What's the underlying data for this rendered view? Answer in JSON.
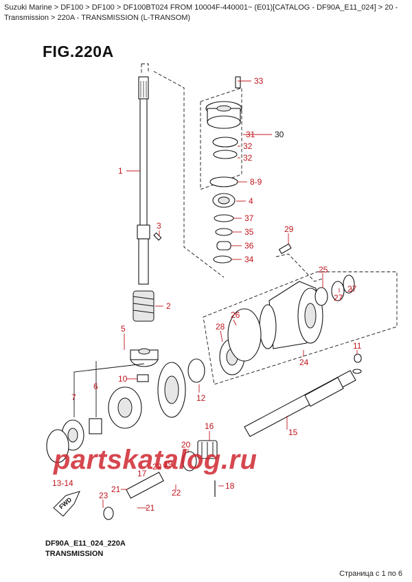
{
  "breadcrumb": "Suzuki Marine > DF100 > DF100 > DF100BT024 FROM 10004F-440001~ (E01)[CATALOG - DF90A_E11_024] > 20 - Transmission > 220A - TRANSMISSION (L-TRANSOM)",
  "figure": {
    "title": "FIG.220A",
    "code": "DF90A_E11_024_220A",
    "name": "TRANSMISSION"
  },
  "watermark": "partskatalog.ru",
  "fwd_label": "FWD",
  "pagination": "Страница с 1 по 6",
  "callouts": [
    "1",
    "2",
    "3",
    "4",
    "5",
    "6",
    "7",
    "8-9",
    "10",
    "11",
    "12",
    "13-14",
    "15",
    "16",
    "17",
    "18",
    "19",
    "20",
    "21",
    "21",
    "22",
    "22",
    "23",
    "24",
    "25",
    "26",
    "27",
    "27",
    "28",
    "29",
    "30",
    "31",
    "32",
    "32",
    "33",
    "34",
    "35",
    "36",
    "37"
  ],
  "colors": {
    "callout": "#c0141b",
    "watermark": "#cd1e28"
  }
}
